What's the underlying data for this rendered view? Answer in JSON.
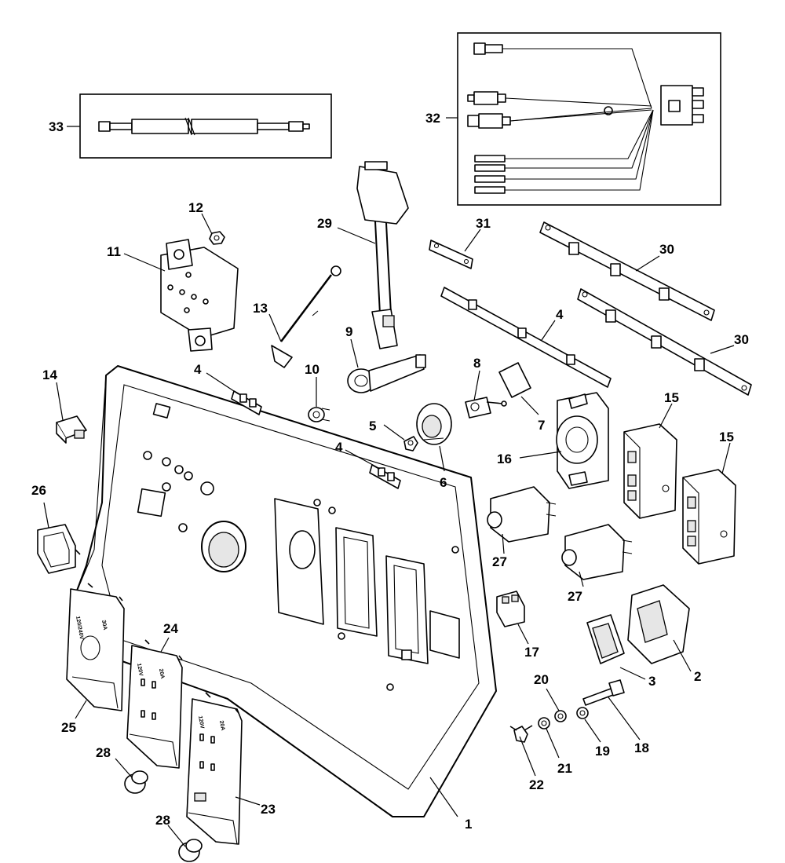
{
  "callouts": {
    "c1": "1",
    "c2": "2",
    "c3": "3",
    "c4a": "4",
    "c4b": "4",
    "c4c": "4",
    "c5": "5",
    "c6": "6",
    "c7": "7",
    "c8": "8",
    "c9": "9",
    "c10": "10",
    "c11": "11",
    "c12": "12",
    "c13": "13",
    "c14": "14",
    "c15a": "15",
    "c15b": "15",
    "c16": "16",
    "c17": "17",
    "c18": "18",
    "c19": "19",
    "c20": "20",
    "c21": "21",
    "c22": "22",
    "c23": "23",
    "c24": "24",
    "c25": "25",
    "c26": "26",
    "c27a": "27",
    "c27b": "27",
    "c28a": "28",
    "c28b": "28",
    "c29": "29",
    "c30a": "30",
    "c30b": "30",
    "c31": "31",
    "c32": "32",
    "c33": "33"
  },
  "cover_labels": {
    "p25_voltage": "120/240V",
    "p25_amps": "30A",
    "p24_voltage": "120V",
    "p24_amps": "20A",
    "p23_voltage": "120V",
    "p23_amps": "20A"
  }
}
